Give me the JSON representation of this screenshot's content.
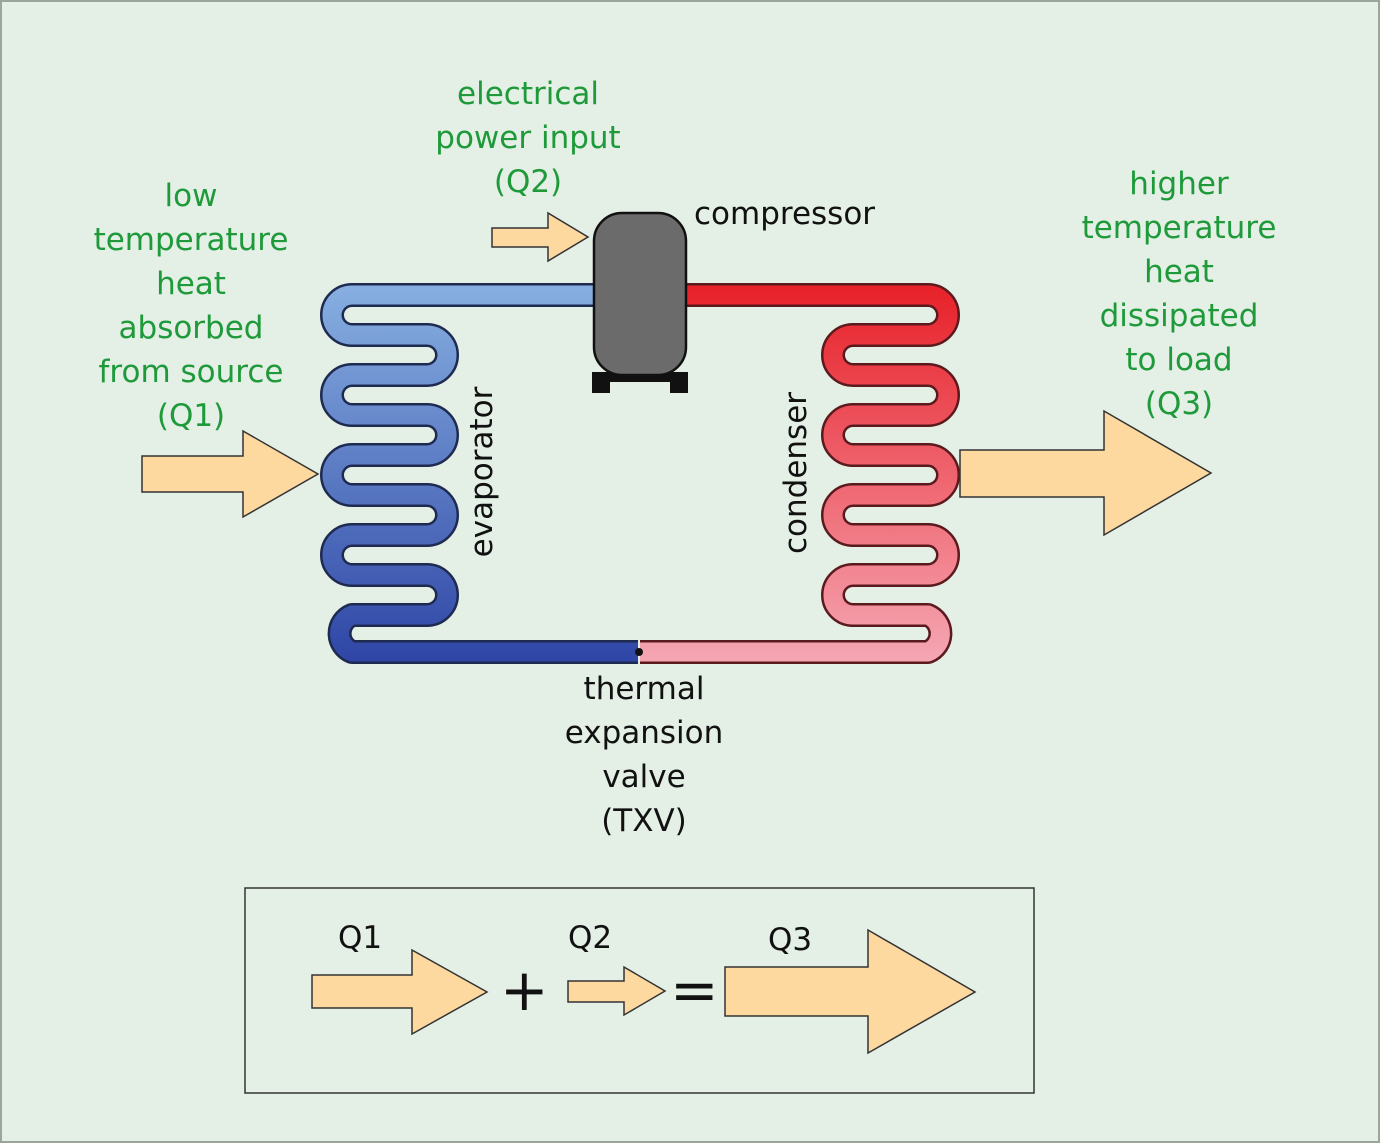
{
  "labels": {
    "source": [
      "low",
      "temperature",
      "heat",
      "absorbed",
      "from source",
      "(Q1)"
    ],
    "power": [
      "electrical",
      "power input",
      "(Q2)"
    ],
    "load": [
      "higher",
      "temperature",
      "heat",
      "dissipated",
      "to load",
      "(Q3)"
    ],
    "compressor": "compressor",
    "evaporator": "evaporator",
    "condenser": "condenser",
    "valve": [
      "thermal",
      "expansion",
      "valve",
      "(TXV)"
    ]
  },
  "equation": {
    "q1": "Q1",
    "plus": "+",
    "q2": "Q2",
    "equals": "=",
    "q3": "Q3"
  },
  "colors": {
    "background": "#e4efe6",
    "label_green": "#1f9a3a",
    "arrow_fill": "#fdd9a0",
    "cold_light": "#86aee0",
    "cold_dark": "#2f46a6",
    "hot_dark": "#e8222a",
    "hot_light": "#f5a6b3",
    "compressor": "#6b6b6b"
  }
}
